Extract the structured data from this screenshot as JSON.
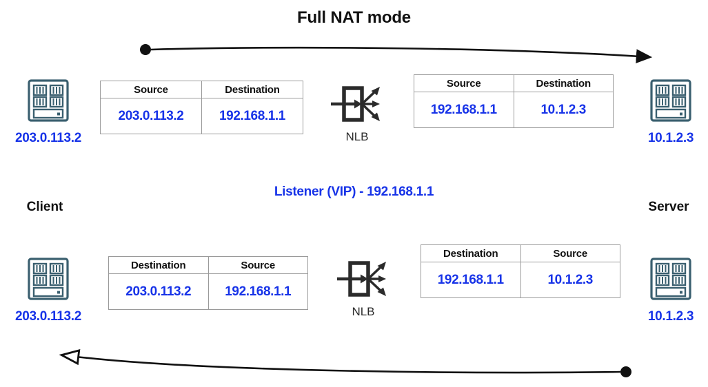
{
  "diagram": {
    "title": "Full NAT mode",
    "listener_label": "Listener (VIP) - 192.168.1.1",
    "client_label": "Client",
    "server_label": "Server",
    "colors": {
      "value_blue": "#1733e8",
      "text_black": "#111111",
      "icon_teal": "#3a5f6f",
      "table_border": "#9a9a9a",
      "arrow_black": "#111111"
    }
  },
  "endpoints": {
    "client_top": {
      "icon": "server-rack-icon",
      "ip": "203.0.113.2"
    },
    "client_bottom": {
      "icon": "server-rack-icon",
      "ip": "203.0.113.2"
    },
    "server_top": {
      "icon": "server-rack-icon",
      "ip": "10.1.2.3"
    },
    "server_bottom": {
      "icon": "server-rack-icon",
      "ip": "10.1.2.3"
    }
  },
  "nlb": {
    "top": {
      "icon": "nlb-load-balancer-icon",
      "label": "NLB"
    },
    "bottom": {
      "icon": "nlb-load-balancer-icon",
      "label": "NLB"
    }
  },
  "tables": {
    "top_left": {
      "headers": [
        "Source",
        "Destination"
      ],
      "values": [
        "203.0.113.2",
        "192.168.1.1"
      ]
    },
    "top_right": {
      "headers": [
        "Source",
        "Destination"
      ],
      "values": [
        "192.168.1.1",
        "10.1.2.3"
      ]
    },
    "bottom_left": {
      "headers": [
        "Destination",
        "Source"
      ],
      "values": [
        "203.0.113.2",
        "192.168.1.1"
      ]
    },
    "bottom_right": {
      "headers": [
        "Destination",
        "Source"
      ],
      "values": [
        "192.168.1.1",
        "10.1.2.3"
      ]
    }
  },
  "flows": {
    "request": {
      "name": "client-to-server-arrow",
      "direction": "left-to-right",
      "start_marker": "filled-circle",
      "end_marker": "filled-arrowhead"
    },
    "response": {
      "name": "server-to-client-arrow",
      "direction": "right-to-left",
      "start_marker": "filled-circle",
      "end_marker": "hollow-arrowhead"
    }
  }
}
